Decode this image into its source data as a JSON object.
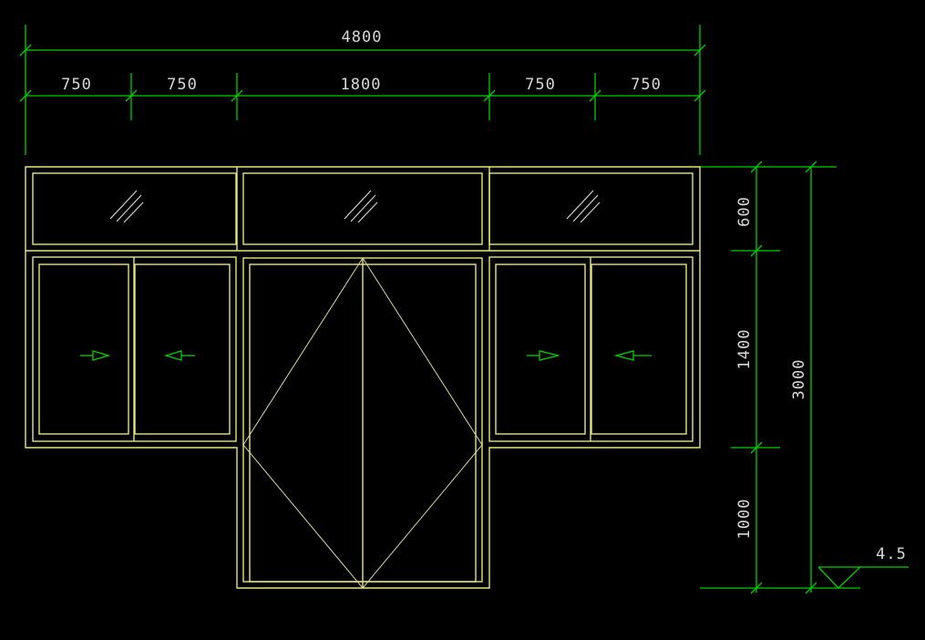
{
  "colors": {
    "background": "#000000",
    "frame": "#E6E67A",
    "glass": "#D2D2D2",
    "dimension": "#00D000",
    "arrow": "#00D000",
    "text": "#D8D8D8",
    "swing_lines": "#D8D8A0"
  },
  "dimensions": {
    "overall_width": "4800",
    "segments": [
      "750",
      "750",
      "1800",
      "750",
      "750"
    ],
    "transom_height": "600",
    "sash_height": "1400",
    "door_lower_height": "1000",
    "overall_height": "3000",
    "level": "4.5"
  },
  "icons": {
    "glass_hatch": "glass-hatch-icon",
    "slide_arrow_right": "arrow-right-icon",
    "slide_arrow_left": "arrow-left-icon",
    "level_marker": "elevation-triangle-icon"
  }
}
